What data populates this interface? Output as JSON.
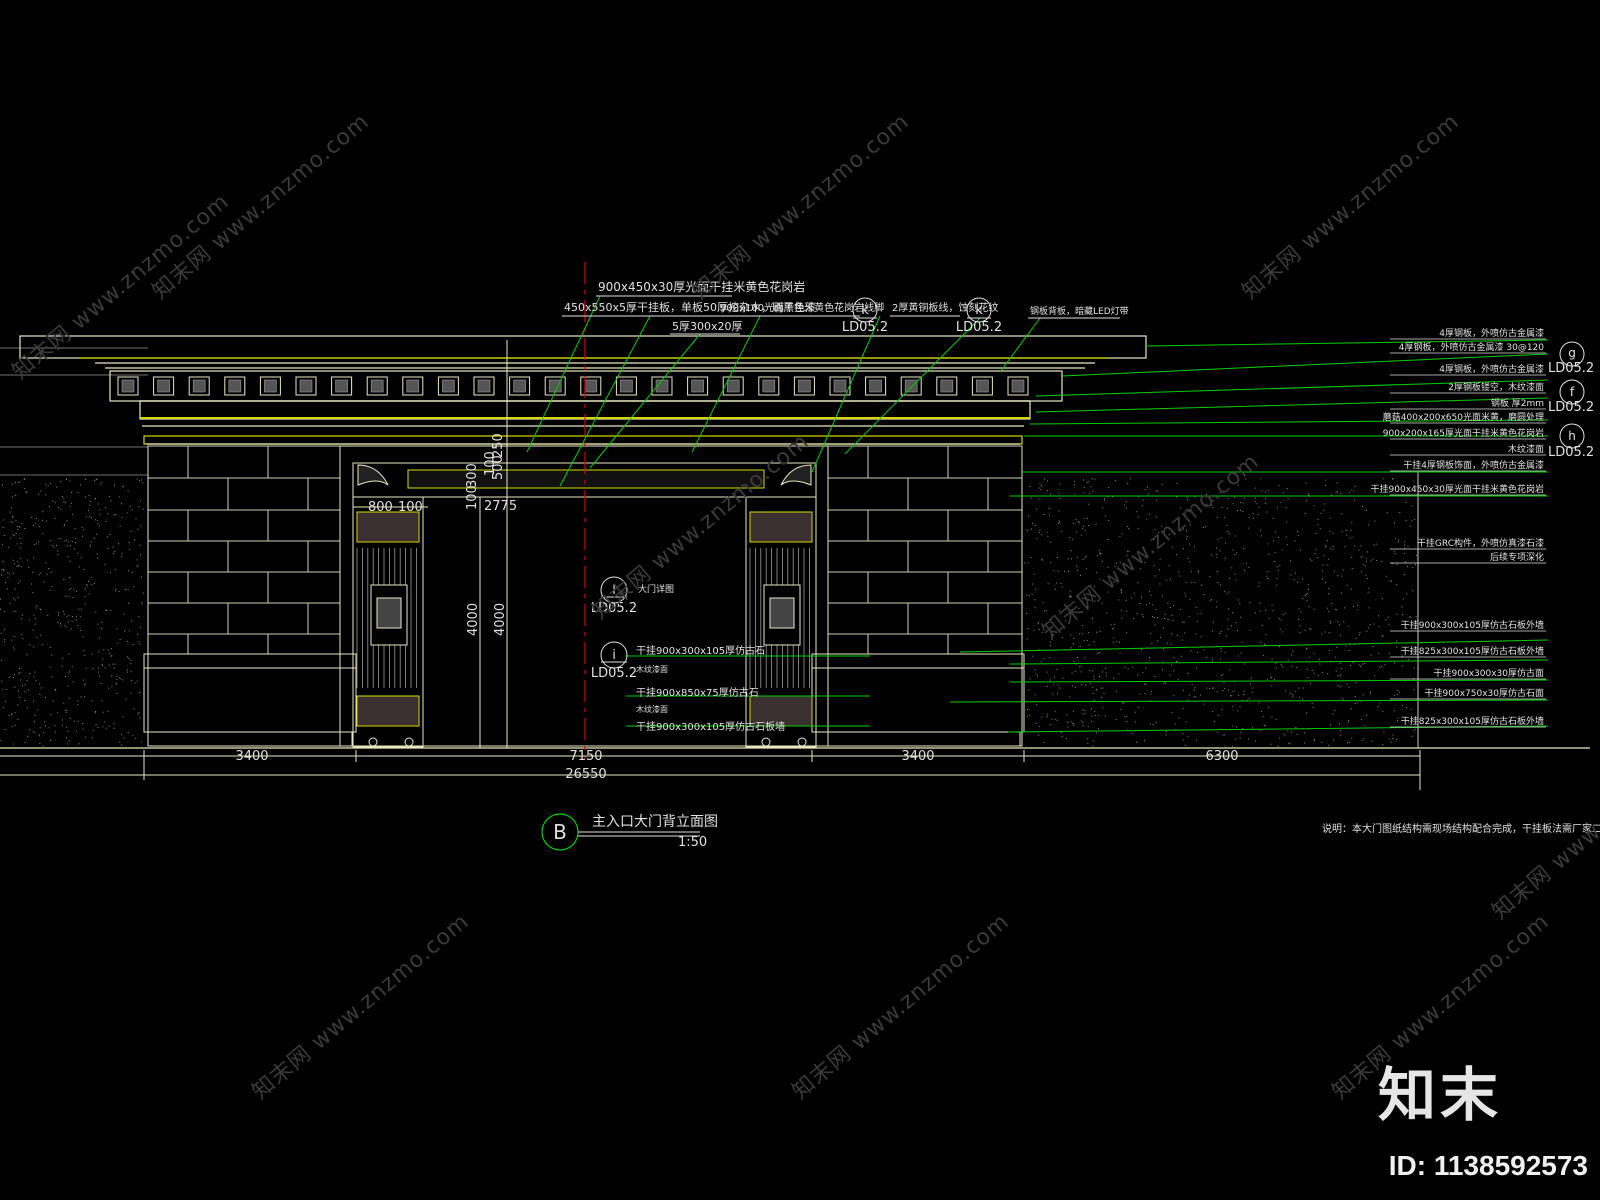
{
  "colors": {
    "background": "#000000",
    "outline": "#e8e8c0",
    "accent": "#d8d800",
    "annotation": "#00e000",
    "section_line": "#e00000",
    "text": "#e0e0e0"
  },
  "drawing": {
    "title": "主入口大门背立面图",
    "scale": "1:50",
    "label": "B",
    "note": "说明：本大门图纸结构需现场结构配合完成，干挂板法需厂家二次深化。"
  },
  "top_callouts": [
    {
      "text": "900x450x30厚光面干挂米黄色花岗岩"
    },
    {
      "text": "450x550x5厚干挂板，单板50厚挖杂木，刷黑色漆"
    },
    {
      "text": "900x100光面干挂米黄色花岗岩线脚"
    },
    {
      "text": "2厚黄铜板线，蚀刻花纹"
    },
    {
      "text": "钢板背板，暗藏LED灯带"
    },
    {
      "text": "5厚300x20厚"
    }
  ],
  "detail_refs": [
    {
      "letter": "k",
      "sheet": "LD05.2"
    },
    {
      "letter": "k",
      "sheet": "LD05.2"
    }
  ],
  "side_refs": [
    {
      "letter": "g",
      "sheet": "LD05.2"
    },
    {
      "letter": "f",
      "sheet": "LD05.2"
    },
    {
      "letter": "h",
      "sheet": "LD05.2"
    }
  ],
  "door_refs": [
    {
      "letter": "l",
      "sheet": "LD05.2",
      "note": "大门详图"
    },
    {
      "letter": "i",
      "sheet": "LD05.2",
      "note": ""
    }
  ],
  "right_notes": [
    "4厚钢板，外喷仿古金属漆",
    "4厚钢板，外喷仿古金属漆 30@120",
    "4厚钢板，外喷仿古金属漆",
    "2厚钢板镂空，木纹漆面",
    "钢板 厚2mm",
    "蘑菇400x200x650光面米黄，磨圆处理",
    "900x200x165厚光面干挂米黄色花岗岩",
    "木纹漆面",
    "干挂4厚钢板饰面，外喷仿古金属漆",
    "干挂900x450x30厚光面干挂米黄色花岗岩",
    "干挂GRC构件，外喷仿真漆石漆",
    "后续专项深化",
    "干挂900x300x105厚仿古石板外墙",
    "干挂825x300x105厚仿古石板外墙",
    "干挂900x300x30厚仿古面",
    "干挂900x750x30厚仿古石面",
    "干挂825x300x105厚仿古石板外墙"
  ],
  "door_notes": [
    "干挂900x300x105厚仿古石",
    "木纹漆面",
    "干挂900x850x75厚仿古石",
    "木纹漆面",
    "干挂900x300x105厚仿古石板墙"
  ],
  "inner_dims": {
    "col_width": "800",
    "col_gap": "100",
    "lintel_a": "100",
    "lintel_b": "300",
    "band_a": "500",
    "band_b": "250",
    "band_c": "100",
    "door_span": "2775",
    "height_a": "4000",
    "height_b": "4000"
  },
  "bottom_dims": {
    "segments": [
      "3400",
      "7150",
      "3400",
      "6300"
    ],
    "total": "26550"
  },
  "watermark": {
    "text": "知末网 www.znzmo.com",
    "brand": "知末",
    "image_id": "ID: 1138592573"
  }
}
